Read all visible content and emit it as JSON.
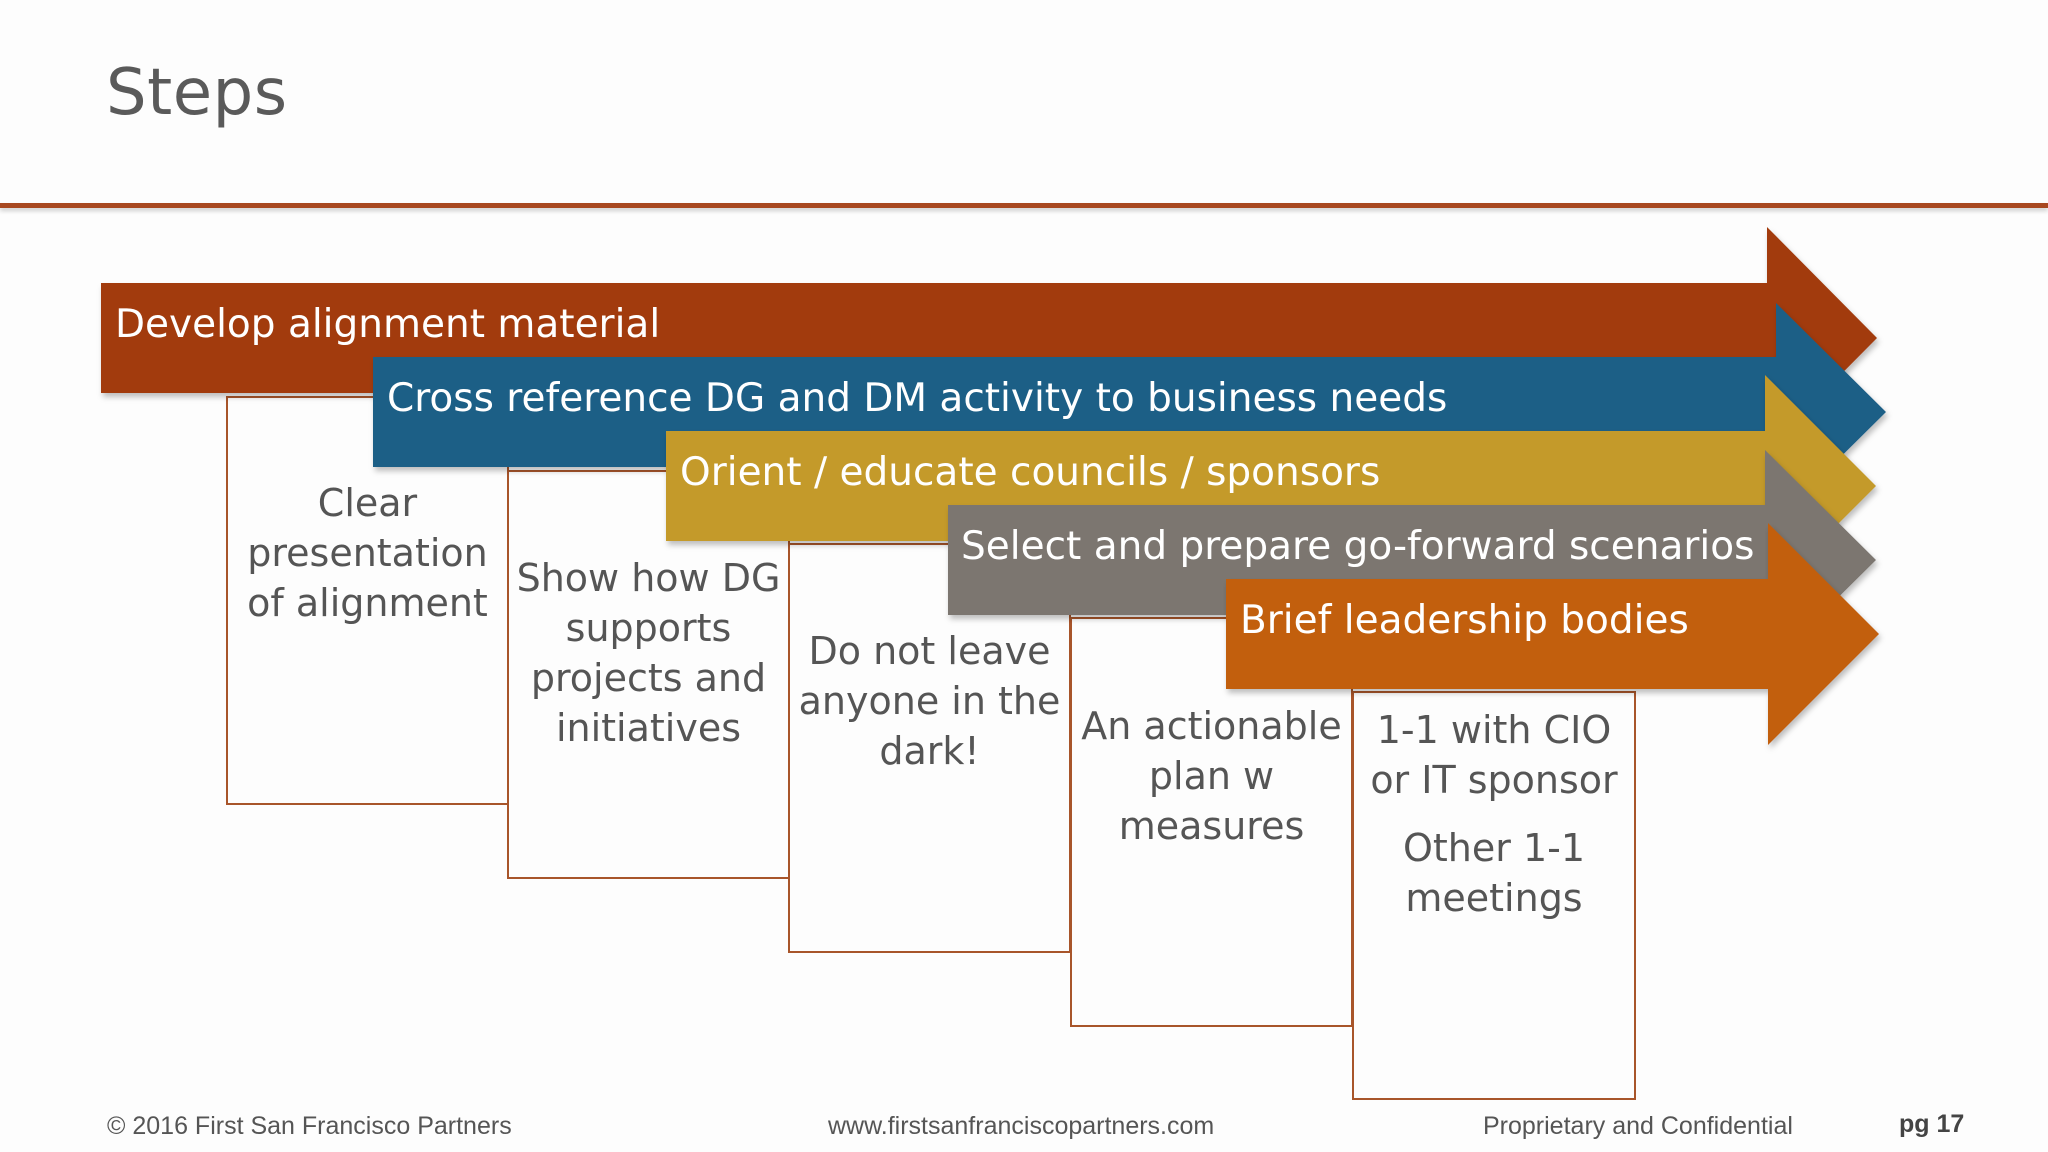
{
  "slide": {
    "title": "Steps"
  },
  "steps": [
    {
      "label": "Develop alignment material",
      "color": "#a23a0c"
    },
    {
      "label": "Cross reference DG and DM activity to business needs",
      "color": "#1f5f86"
    },
    {
      "label": "Orient / educate councils / sponsors",
      "color": "#c49a2c"
    },
    {
      "label": "Select and prepare go-forward scenarios",
      "color": "#7b7670"
    },
    {
      "label": "Brief leadership bodies",
      "color": "#c25e0f"
    }
  ],
  "boxes": [
    {
      "lines": [
        "Clear presentation of alignment"
      ]
    },
    {
      "lines": [
        "Show how DG supports projects and initiatives"
      ]
    },
    {
      "lines": [
        "Do not leave anyone in the dark!"
      ]
    },
    {
      "lines": [
        "An actionable plan w measures"
      ]
    },
    {
      "lines": [
        "1-1 with CIO or IT sponsor",
        "Other 1-1 meetings"
      ]
    }
  ],
  "footer": {
    "copyright": "© 2016 First San Francisco Partners",
    "website": "www.firstsanfranciscopartners.com",
    "confidential": "Proprietary and Confidential",
    "page": "pg 17"
  }
}
